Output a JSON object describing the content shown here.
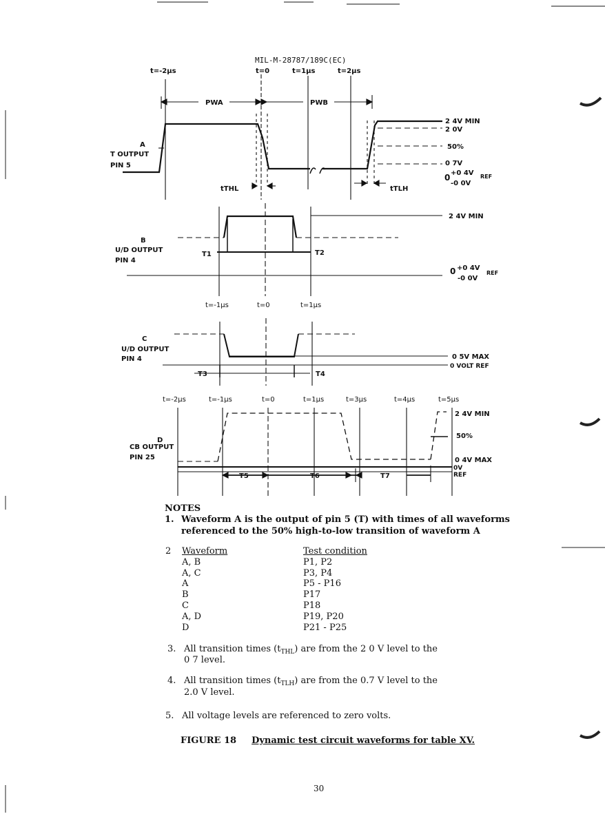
{
  "document_id": "MIL-M-28787/189C(EC)",
  "waveform_labels": {
    "top_times": [
      "t=-2µs",
      "t=0",
      "t=1µs",
      "t=2µs"
    ],
    "pwa": "PWA",
    "pwb": "PWB",
    "a_letter": "A",
    "a_output": "T OUTPUT",
    "a_pin": "PIN 5",
    "a_levels": [
      "2 4V MIN",
      "2 0V",
      "50%",
      "0 7V"
    ],
    "a_ref_main": "0",
    "a_ref_plus": "+0 4V",
    "a_ref_minus": "-0 0V",
    "a_ref_sub": "REF",
    "thl": "tTHL",
    "tlh": "tTLH",
    "b_letter": "B",
    "b_output": "U/D OUTPUT",
    "b_pin": "PIN 4",
    "b_level": "2 4V MIN",
    "b_ref_main": "0",
    "b_ref_plus": "+0 4V",
    "b_ref_minus": "-0 0V",
    "b_ref_sub": "REF",
    "t1": "T1",
    "t2": "T2",
    "mid_times": [
      "t=-1µs",
      "t=0",
      "t=1µs"
    ],
    "c_letter": "C",
    "c_output": "U/D OUTPUT",
    "c_pin": "PIN 4",
    "c_levels": [
      "0 5V MAX",
      "0 VOLT REF"
    ],
    "t3": "T3",
    "t4": "T4",
    "bottom_times": [
      "t=-2µs",
      "t=-1µs",
      "t=0",
      "t=1µs",
      "t=3µs",
      "t=4µs",
      "t=5µs"
    ],
    "d_letter": "D",
    "d_output": "CB OUTPUT",
    "d_pin": "PIN 25",
    "d_levels": [
      "2 4V MIN",
      "50%",
      "0 4V MAX",
      "0V",
      "REF"
    ],
    "t5": "T5",
    "t6": "T6",
    "t7": "T7"
  },
  "notes": {
    "heading": "NOTES",
    "note1_num": "1.",
    "note1_line1": "Waveform A is the output of pin 5 (T) with times of all waveforms",
    "note1_line2": "referenced to the 50% high-to-low transition of waveform A",
    "note2_num": "2",
    "table_header": [
      "Waveform",
      "Test condition"
    ],
    "table_rows": [
      [
        "A, B",
        "P1, P2"
      ],
      [
        "A, C",
        "P3, P4"
      ],
      [
        "A",
        "P5 - P16"
      ],
      [
        "B",
        "P17"
      ],
      [
        "C",
        "P18"
      ],
      [
        "A, D",
        "P19, P20"
      ],
      [
        "D",
        "P21 - P25"
      ]
    ],
    "note3_num": "3.",
    "note3_a": "All transition times (t",
    "note3_sub": "THL",
    "note3_b": ") are from the 2 0 V level to the",
    "note3_line2": "0 7 level.",
    "note4_num": "4.",
    "note4_a": "All transition times (t",
    "note4_sub": "TLH",
    "note4_b": ") are from the 0.7 V level to the",
    "note4_line2": "2.0 V level.",
    "note5_num": "5.",
    "note5": "All voltage levels are referenced to zero volts."
  },
  "caption": {
    "figure": "FIGURE 18",
    "title": "Dynamic test circuit waveforms for table XV."
  },
  "page_number": "30"
}
